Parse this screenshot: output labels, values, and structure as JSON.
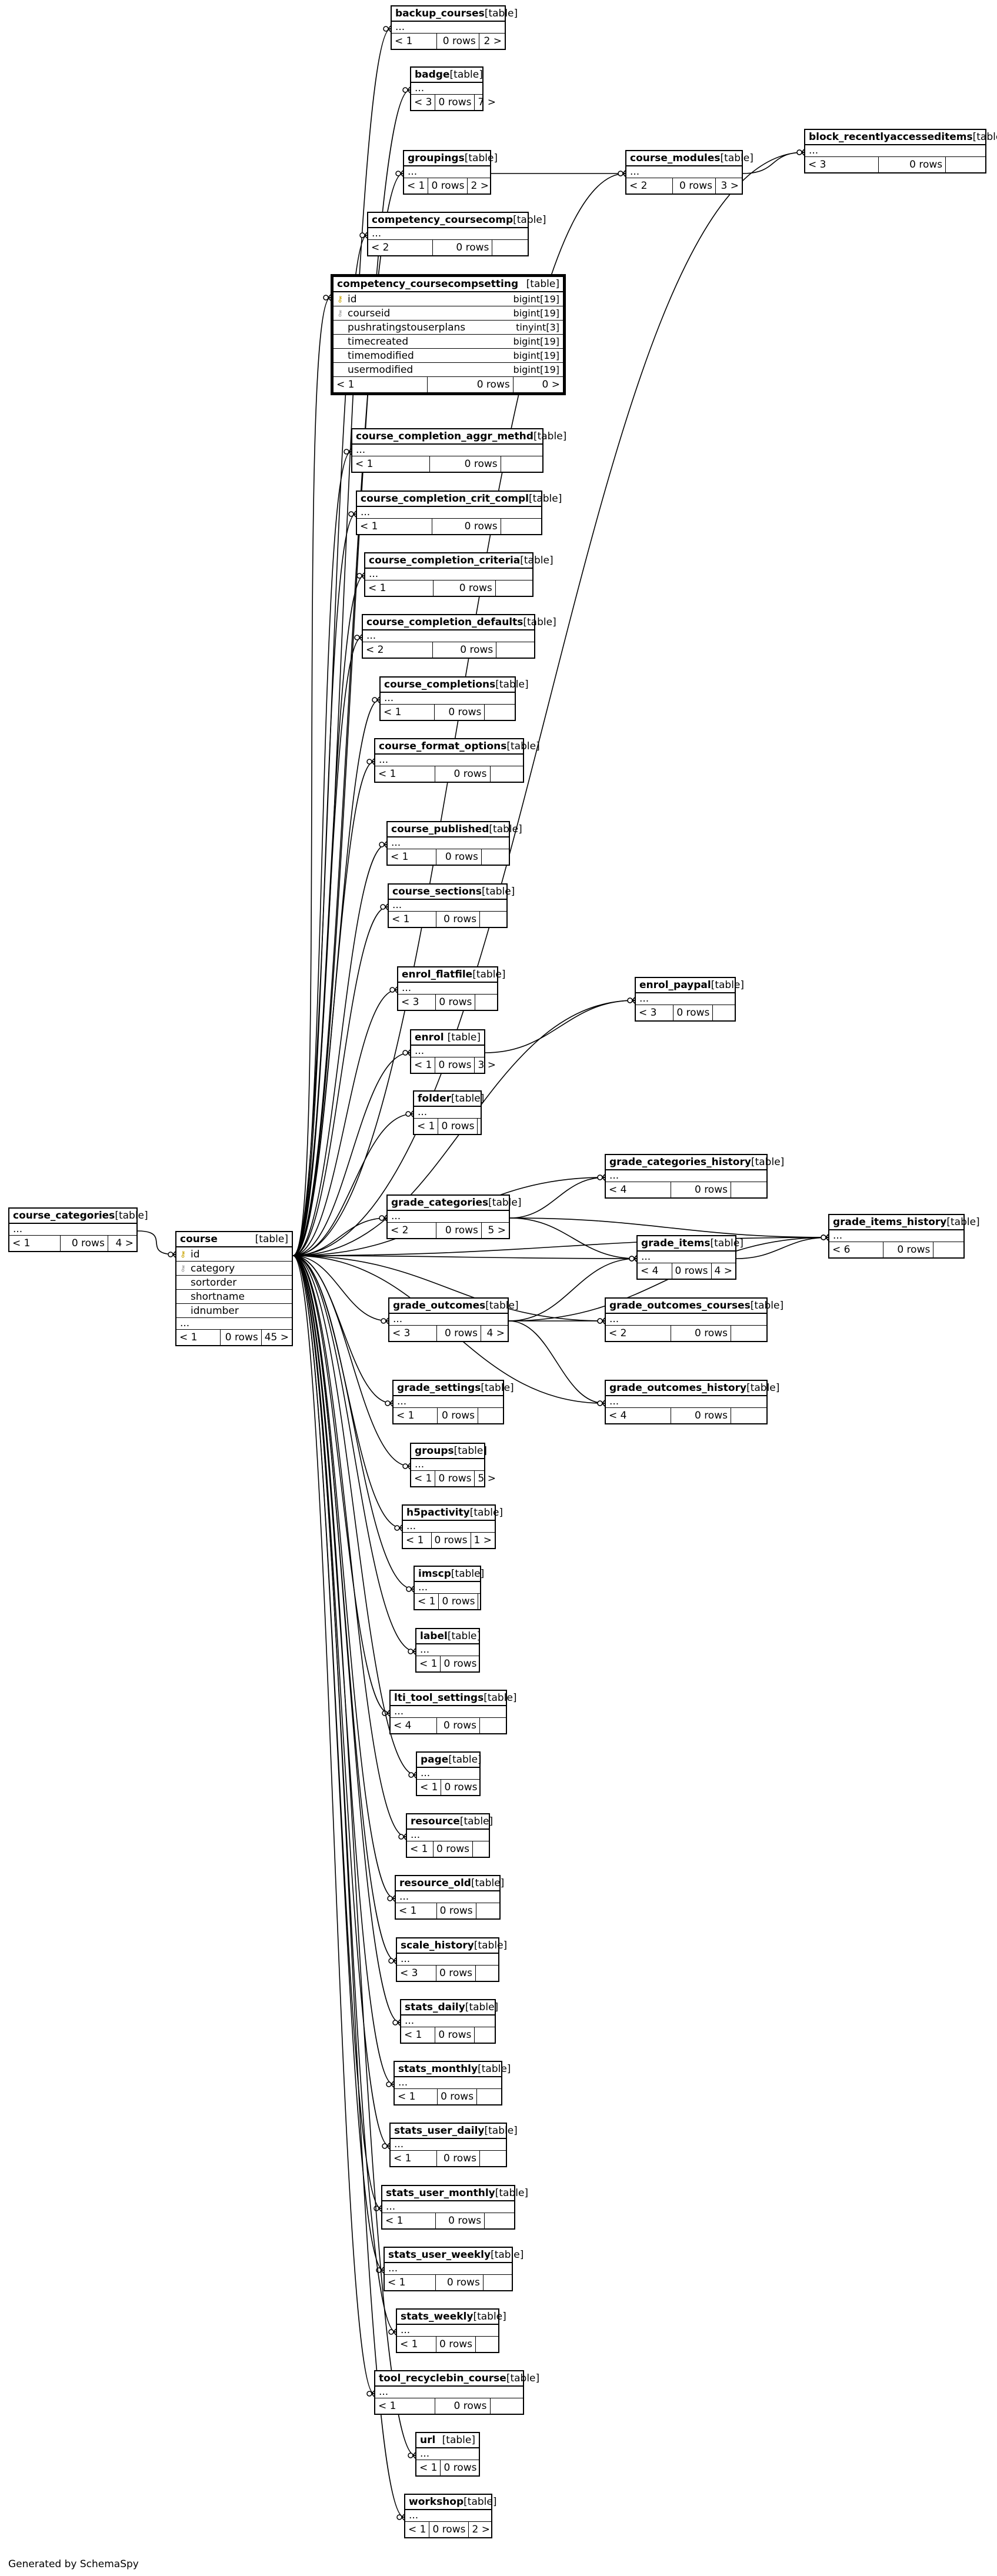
{
  "footer": "Generated by SchemaSpy",
  "tables": [
    {
      "id": "backup_courses",
      "name": "backup_courses",
      "type": "[table]",
      "parents": "< 1",
      "rows": "0 rows",
      "children": "2 >",
      "dots": "..."
    },
    {
      "id": "badge",
      "name": "badge",
      "type": "[table]",
      "parents": "< 3",
      "rows": "0 rows",
      "children": "7 >",
      "dots": "..."
    },
    {
      "id": "groupings",
      "name": "groupings",
      "type": "[table]",
      "parents": "< 1",
      "rows": "0 rows",
      "children": "2 >",
      "dots": "..."
    },
    {
      "id": "course_modules",
      "name": "course_modules",
      "type": "[table]",
      "parents": "< 2",
      "rows": "0 rows",
      "children": "3 >",
      "dots": "..."
    },
    {
      "id": "block_recentlyaccesseditems",
      "name": "block_recentlyaccesseditems",
      "type": "[table]",
      "parents": "< 3",
      "rows": "0 rows",
      "children": "",
      "dots": "..."
    },
    {
      "id": "competency_coursecomp",
      "name": "competency_coursecomp",
      "type": "[table]",
      "parents": "< 2",
      "rows": "0 rows",
      "children": "",
      "dots": "..."
    },
    {
      "id": "competency_coursecompsetting",
      "name": "competency_coursecompsetting",
      "type": "[table]",
      "parents": "< 1",
      "rows": "0 rows",
      "children": "0 >",
      "focus": true,
      "columns": [
        {
          "name": "id",
          "type": "bigint[19]",
          "key": "pk"
        },
        {
          "name": "courseid",
          "type": "bigint[19]",
          "key": "fk"
        },
        {
          "name": "pushratingstouserplans",
          "type": "tinyint[3]",
          "key": ""
        },
        {
          "name": "timecreated",
          "type": "bigint[19]",
          "key": ""
        },
        {
          "name": "timemodified",
          "type": "bigint[19]",
          "key": ""
        },
        {
          "name": "usermodified",
          "type": "bigint[19]",
          "key": ""
        }
      ]
    },
    {
      "id": "course_completion_aggr_methd",
      "name": "course_completion_aggr_methd",
      "type": "[table]",
      "parents": "< 1",
      "rows": "0 rows",
      "children": "",
      "dots": "..."
    },
    {
      "id": "course_completion_crit_compl",
      "name": "course_completion_crit_compl",
      "type": "[table]",
      "parents": "< 1",
      "rows": "0 rows",
      "children": "",
      "dots": "..."
    },
    {
      "id": "course_completion_criteria",
      "name": "course_completion_criteria",
      "type": "[table]",
      "parents": "< 1",
      "rows": "0 rows",
      "children": "",
      "dots": "..."
    },
    {
      "id": "course_completion_defaults",
      "name": "course_completion_defaults",
      "type": "[table]",
      "parents": "< 2",
      "rows": "0 rows",
      "children": "",
      "dots": "..."
    },
    {
      "id": "course_completions",
      "name": "course_completions",
      "type": "[table]",
      "parents": "< 1",
      "rows": "0 rows",
      "children": "",
      "dots": "..."
    },
    {
      "id": "course_format_options",
      "name": "course_format_options",
      "type": "[table]",
      "parents": "< 1",
      "rows": "0 rows",
      "children": "",
      "dots": "..."
    },
    {
      "id": "course_published",
      "name": "course_published",
      "type": "[table]",
      "parents": "< 1",
      "rows": "0 rows",
      "children": "",
      "dots": "..."
    },
    {
      "id": "course_sections",
      "name": "course_sections",
      "type": "[table]",
      "parents": "< 1",
      "rows": "0 rows",
      "children": "",
      "dots": "..."
    },
    {
      "id": "enrol_flatfile",
      "name": "enrol_flatfile",
      "type": "[table]",
      "parents": "< 3",
      "rows": "0 rows",
      "children": "",
      "dots": "..."
    },
    {
      "id": "enrol_paypal",
      "name": "enrol_paypal",
      "type": "[table]",
      "parents": "< 3",
      "rows": "0 rows",
      "children": "",
      "dots": "..."
    },
    {
      "id": "enrol",
      "name": "enrol",
      "type": "[table]",
      "parents": "< 1",
      "rows": "0 rows",
      "children": "3 >",
      "dots": "..."
    },
    {
      "id": "folder",
      "name": "folder",
      "type": "[table]",
      "parents": "< 1",
      "rows": "0 rows",
      "children": "",
      "dots": "..."
    },
    {
      "id": "grade_categories_history",
      "name": "grade_categories_history",
      "type": "[table]",
      "parents": "< 4",
      "rows": "0 rows",
      "children": "",
      "dots": "..."
    },
    {
      "id": "grade_categories",
      "name": "grade_categories",
      "type": "[table]",
      "parents": "< 2",
      "rows": "0 rows",
      "children": "5 >",
      "dots": "..."
    },
    {
      "id": "grade_items",
      "name": "grade_items",
      "type": "[table]",
      "parents": "< 4",
      "rows": "0 rows",
      "children": "4 >",
      "dots": "..."
    },
    {
      "id": "grade_items_history",
      "name": "grade_items_history",
      "type": "[table]",
      "parents": "< 6",
      "rows": "0 rows",
      "children": "",
      "dots": "..."
    },
    {
      "id": "course_categories",
      "name": "course_categories",
      "type": "[table]",
      "parents": "< 1",
      "rows": "0 rows",
      "children": "4 >",
      "dots": "..."
    },
    {
      "id": "course",
      "name": "course",
      "type": "[table]",
      "parents": "< 1",
      "rows": "0 rows",
      "children": "45 >",
      "dots": "...",
      "columns": [
        {
          "name": "id",
          "type": "",
          "key": "pk"
        },
        {
          "name": "category",
          "type": "",
          "key": "fk"
        },
        {
          "name": "sortorder",
          "type": "",
          "key": ""
        },
        {
          "name": "shortname",
          "type": "",
          "key": ""
        },
        {
          "name": "idnumber",
          "type": "",
          "key": ""
        }
      ]
    },
    {
      "id": "grade_outcomes",
      "name": "grade_outcomes",
      "type": "[table]",
      "parents": "< 3",
      "rows": "0 rows",
      "children": "4 >",
      "dots": "..."
    },
    {
      "id": "grade_outcomes_courses",
      "name": "grade_outcomes_courses",
      "type": "[table]",
      "parents": "< 2",
      "rows": "0 rows",
      "children": "",
      "dots": "..."
    },
    {
      "id": "grade_outcomes_history",
      "name": "grade_outcomes_history",
      "type": "[table]",
      "parents": "< 4",
      "rows": "0 rows",
      "children": "",
      "dots": "..."
    },
    {
      "id": "grade_settings",
      "name": "grade_settings",
      "type": "[table]",
      "parents": "< 1",
      "rows": "0 rows",
      "children": "",
      "dots": "..."
    },
    {
      "id": "groups",
      "name": "groups",
      "type": "[table]",
      "parents": "< 1",
      "rows": "0 rows",
      "children": "5 >",
      "dots": "..."
    },
    {
      "id": "h5pactivity",
      "name": "h5pactivity",
      "type": "[table]",
      "parents": "< 1",
      "rows": "0 rows",
      "children": "1 >",
      "dots": "..."
    },
    {
      "id": "imscp",
      "name": "imscp",
      "type": "[table]",
      "parents": "< 1",
      "rows": "0 rows",
      "children": "",
      "dots": "..."
    },
    {
      "id": "label",
      "name": "label",
      "type": "[table]",
      "parents": "< 1",
      "rows": "0 rows",
      "children": "",
      "dots": "..."
    },
    {
      "id": "lti_tool_settings",
      "name": "lti_tool_settings",
      "type": "[table]",
      "parents": "< 4",
      "rows": "0 rows",
      "children": "",
      "dots": "..."
    },
    {
      "id": "page",
      "name": "page",
      "type": "[table]",
      "parents": "< 1",
      "rows": "0 rows",
      "children": "",
      "dots": "..."
    },
    {
      "id": "resource",
      "name": "resource",
      "type": "[table]",
      "parents": "< 1",
      "rows": "0 rows",
      "children": "",
      "dots": "..."
    },
    {
      "id": "resource_old",
      "name": "resource_old",
      "type": "[table]",
      "parents": "< 1",
      "rows": "0 rows",
      "children": "",
      "dots": "..."
    },
    {
      "id": "scale_history",
      "name": "scale_history",
      "type": "[table]",
      "parents": "< 3",
      "rows": "0 rows",
      "children": "",
      "dots": "..."
    },
    {
      "id": "stats_daily",
      "name": "stats_daily",
      "type": "[table]",
      "parents": "< 1",
      "rows": "0 rows",
      "children": "",
      "dots": "..."
    },
    {
      "id": "stats_monthly",
      "name": "stats_monthly",
      "type": "[table]",
      "parents": "< 1",
      "rows": "0 rows",
      "children": "",
      "dots": "..."
    },
    {
      "id": "stats_user_daily",
      "name": "stats_user_daily",
      "type": "[table]",
      "parents": "< 1",
      "rows": "0 rows",
      "children": "",
      "dots": "..."
    },
    {
      "id": "stats_user_monthly",
      "name": "stats_user_monthly",
      "type": "[table]",
      "parents": "< 1",
      "rows": "0 rows",
      "children": "",
      "dots": "..."
    },
    {
      "id": "stats_user_weekly",
      "name": "stats_user_weekly",
      "type": "[table]",
      "parents": "< 1",
      "rows": "0 rows",
      "children": "",
      "dots": "..."
    },
    {
      "id": "stats_weekly",
      "name": "stats_weekly",
      "type": "[table]",
      "parents": "< 1",
      "rows": "0 rows",
      "children": "",
      "dots": "..."
    },
    {
      "id": "tool_recyclebin_course",
      "name": "tool_recyclebin_course",
      "type": "[table]",
      "parents": "< 1",
      "rows": "0 rows",
      "children": "",
      "dots": "..."
    },
    {
      "id": "url",
      "name": "url",
      "type": "[table]",
      "parents": "< 1",
      "rows": "0 rows",
      "children": "",
      "dots": "..."
    },
    {
      "id": "workshop",
      "name": "workshop",
      "type": "[table]",
      "parents": "< 1",
      "rows": "0 rows",
      "children": "2 >",
      "dots": "..."
    }
  ],
  "relations": [
    [
      "course_categories",
      "course"
    ],
    [
      "course",
      "backup_courses"
    ],
    [
      "course",
      "badge"
    ],
    [
      "course",
      "groupings"
    ],
    [
      "course",
      "competency_coursecomp"
    ],
    [
      "course",
      "competency_coursecompsetting"
    ],
    [
      "course",
      "course_completion_aggr_methd"
    ],
    [
      "course",
      "course_completion_crit_compl"
    ],
    [
      "course",
      "course_completion_criteria"
    ],
    [
      "course",
      "course_completion_defaults"
    ],
    [
      "course",
      "course_completions"
    ],
    [
      "course",
      "course_format_options"
    ],
    [
      "course",
      "course_modules"
    ],
    [
      "course",
      "course_published"
    ],
    [
      "course",
      "course_sections"
    ],
    [
      "course",
      "enrol_flatfile"
    ],
    [
      "course",
      "enrol_paypal"
    ],
    [
      "course",
      "enrol"
    ],
    [
      "course",
      "folder"
    ],
    [
      "course",
      "grade_categories_history"
    ],
    [
      "course",
      "grade_categories"
    ],
    [
      "course",
      "grade_items"
    ],
    [
      "course",
      "grade_items_history"
    ],
    [
      "course",
      "grade_outcomes"
    ],
    [
      "course",
      "grade_outcomes_courses"
    ],
    [
      "course",
      "grade_outcomes_history"
    ],
    [
      "course",
      "grade_settings"
    ],
    [
      "course",
      "groups"
    ],
    [
      "course",
      "h5pactivity"
    ],
    [
      "course",
      "imscp"
    ],
    [
      "course",
      "label"
    ],
    [
      "course",
      "lti_tool_settings"
    ],
    [
      "course",
      "page"
    ],
    [
      "course",
      "resource"
    ],
    [
      "course",
      "resource_old"
    ],
    [
      "course",
      "scale_history"
    ],
    [
      "course",
      "stats_daily"
    ],
    [
      "course",
      "stats_monthly"
    ],
    [
      "course",
      "stats_user_daily"
    ],
    [
      "course",
      "stats_user_monthly"
    ],
    [
      "course",
      "stats_user_weekly"
    ],
    [
      "course",
      "stats_weekly"
    ],
    [
      "course",
      "tool_recyclebin_course"
    ],
    [
      "course",
      "url"
    ],
    [
      "course",
      "workshop"
    ],
    [
      "course",
      "block_recentlyaccesseditems"
    ],
    [
      "groupings",
      "course_modules"
    ],
    [
      "course_modules",
      "block_recentlyaccesseditems"
    ],
    [
      "enrol",
      "enrol_paypal"
    ],
    [
      "grade_categories",
      "grade_categories_history"
    ],
    [
      "grade_categories",
      "grade_items"
    ],
    [
      "grade_categories",
      "grade_items_history"
    ],
    [
      "grade_items",
      "grade_items_history"
    ],
    [
      "grade_outcomes",
      "grade_outcomes_courses"
    ],
    [
      "grade_outcomes",
      "grade_outcomes_history"
    ],
    [
      "grade_outcomes",
      "grade_items"
    ],
    [
      "grade_outcomes",
      "grade_items_history"
    ]
  ]
}
